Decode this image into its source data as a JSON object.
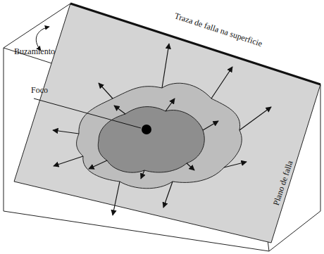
{
  "diagram": {
    "labels": [
      "Buzamiento",
      "Traza de falla na superficie",
      "Foco",
      "Plano de falla"
    ]
  }
}
